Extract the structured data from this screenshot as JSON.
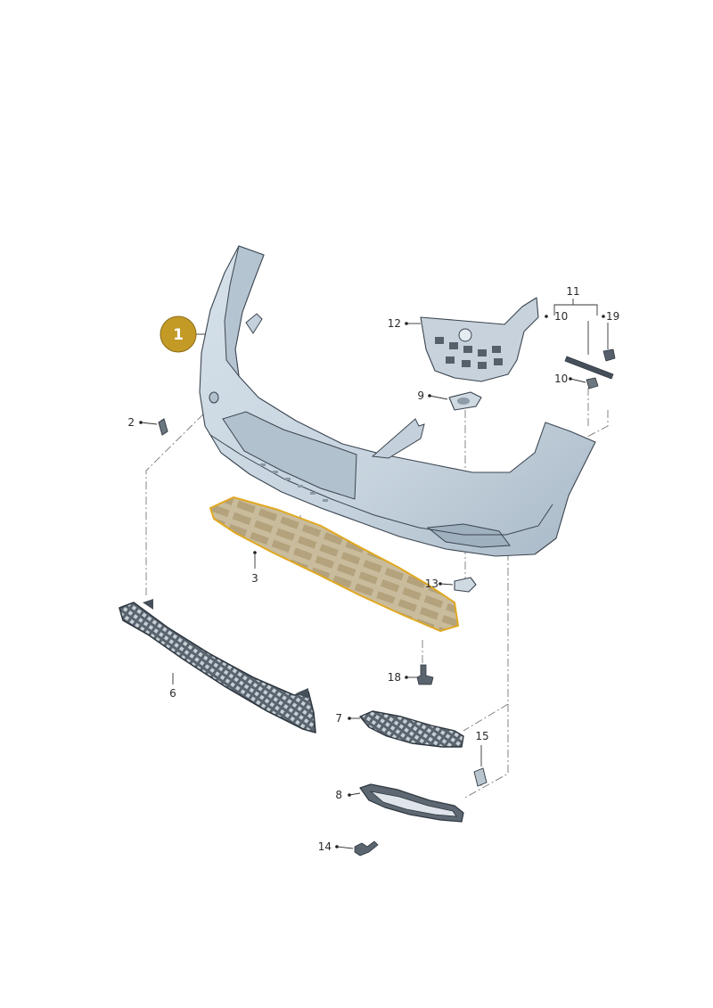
{
  "colors": {
    "bumper_fill": "#c9d6e1",
    "bumper_shade": "#a9b9c7",
    "highlight_part": "#e0a820",
    "highlight_fill": "#cbbd9c",
    "badge": "#c49a26",
    "dark_part": "#46505a"
  },
  "badge": {
    "label": "1"
  },
  "callouts": {
    "p2": "2",
    "p3": "3",
    "p6": "6",
    "p7": "7",
    "p8": "8",
    "p9": "9",
    "p10a": "10",
    "p10b": "10",
    "p11": "11",
    "p12": "12",
    "p13": "13",
    "p14": "14",
    "p15": "15",
    "p18": "18",
    "p19": "19"
  }
}
